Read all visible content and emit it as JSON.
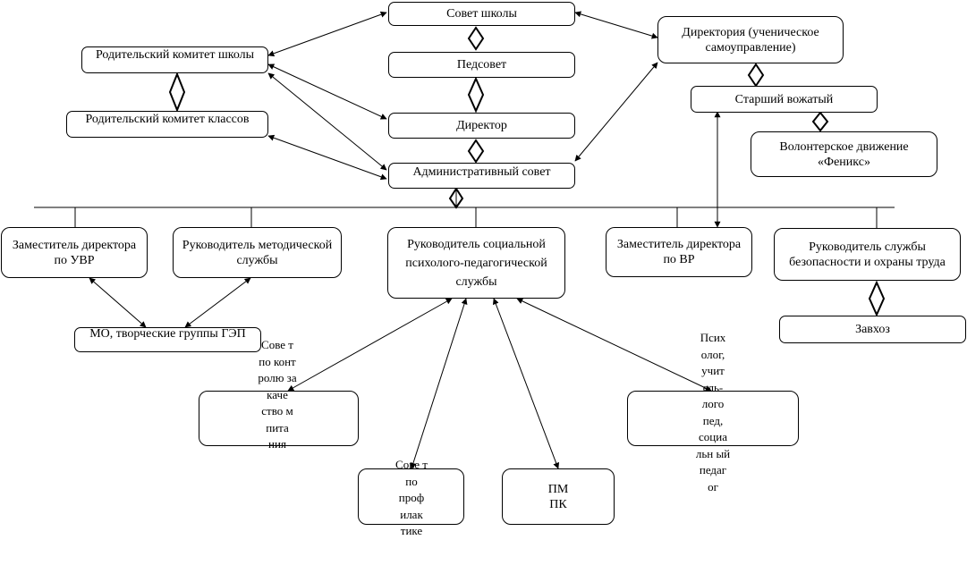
{
  "nodes": {
    "school_council": "Совет школы",
    "pedsovet": "Педсовет",
    "director": "Директор",
    "admin_council": "Административный совет",
    "parent_committee_school": "Родительский комитет школы",
    "parent_committee_classes": "Родительский комитет классов",
    "directory": "Директория (ученическое самоуправление)",
    "senior_leader": "Старший вожатый",
    "volunteer": "Волонтерское движение «Феникс»",
    "deputy_uvr": "Заместитель директора по УВР",
    "head_method": "Руководитель методической службы",
    "head_social": "Руководитель социальной психолого-педагогической службы",
    "deputy_vr": "Заместитель директора по ВР",
    "head_security": "Руководитель службы безопасности и охраны труда",
    "caretaker": "Завхоз",
    "mo_groups": "МО, творческие группы ГЭП",
    "nutrition_council": "Сове т по конт ролю за каче ство м пита ния",
    "prevention_council": "Сове т по проф илак тике",
    "pmpk": "ПМ ПК",
    "psychologist": "Псих олог, учит ель- лого пед, социа льн ый педаг ог"
  }
}
